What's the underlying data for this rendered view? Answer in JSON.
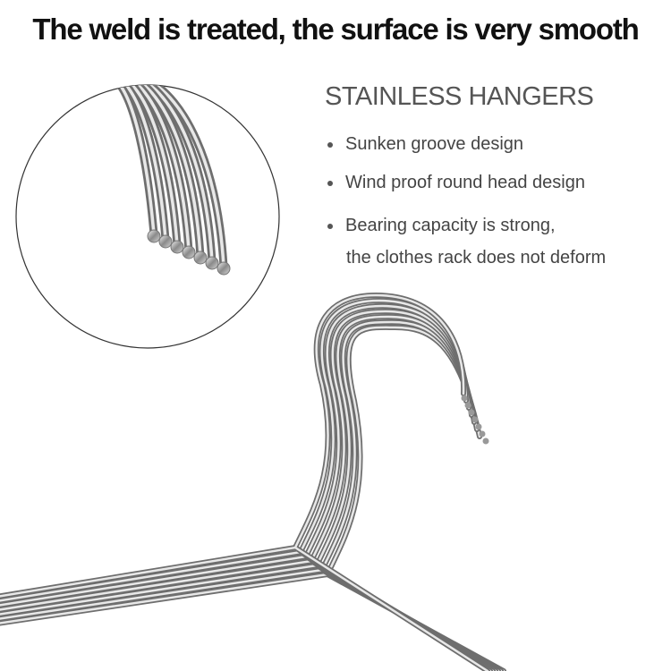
{
  "headline": "The weld is treated, the surface is very smooth",
  "panel": {
    "title": "STAINLESS HANGERS",
    "features": [
      "Sunken groove design",
      "Wind proof round head design",
      "Bearing capacity is strong,"
    ],
    "feature_continuation": "the clothes rack does not deform"
  },
  "colors": {
    "metal_light": "#e8e8e8",
    "metal_dark": "#6e6e6e",
    "text": "#444444"
  }
}
